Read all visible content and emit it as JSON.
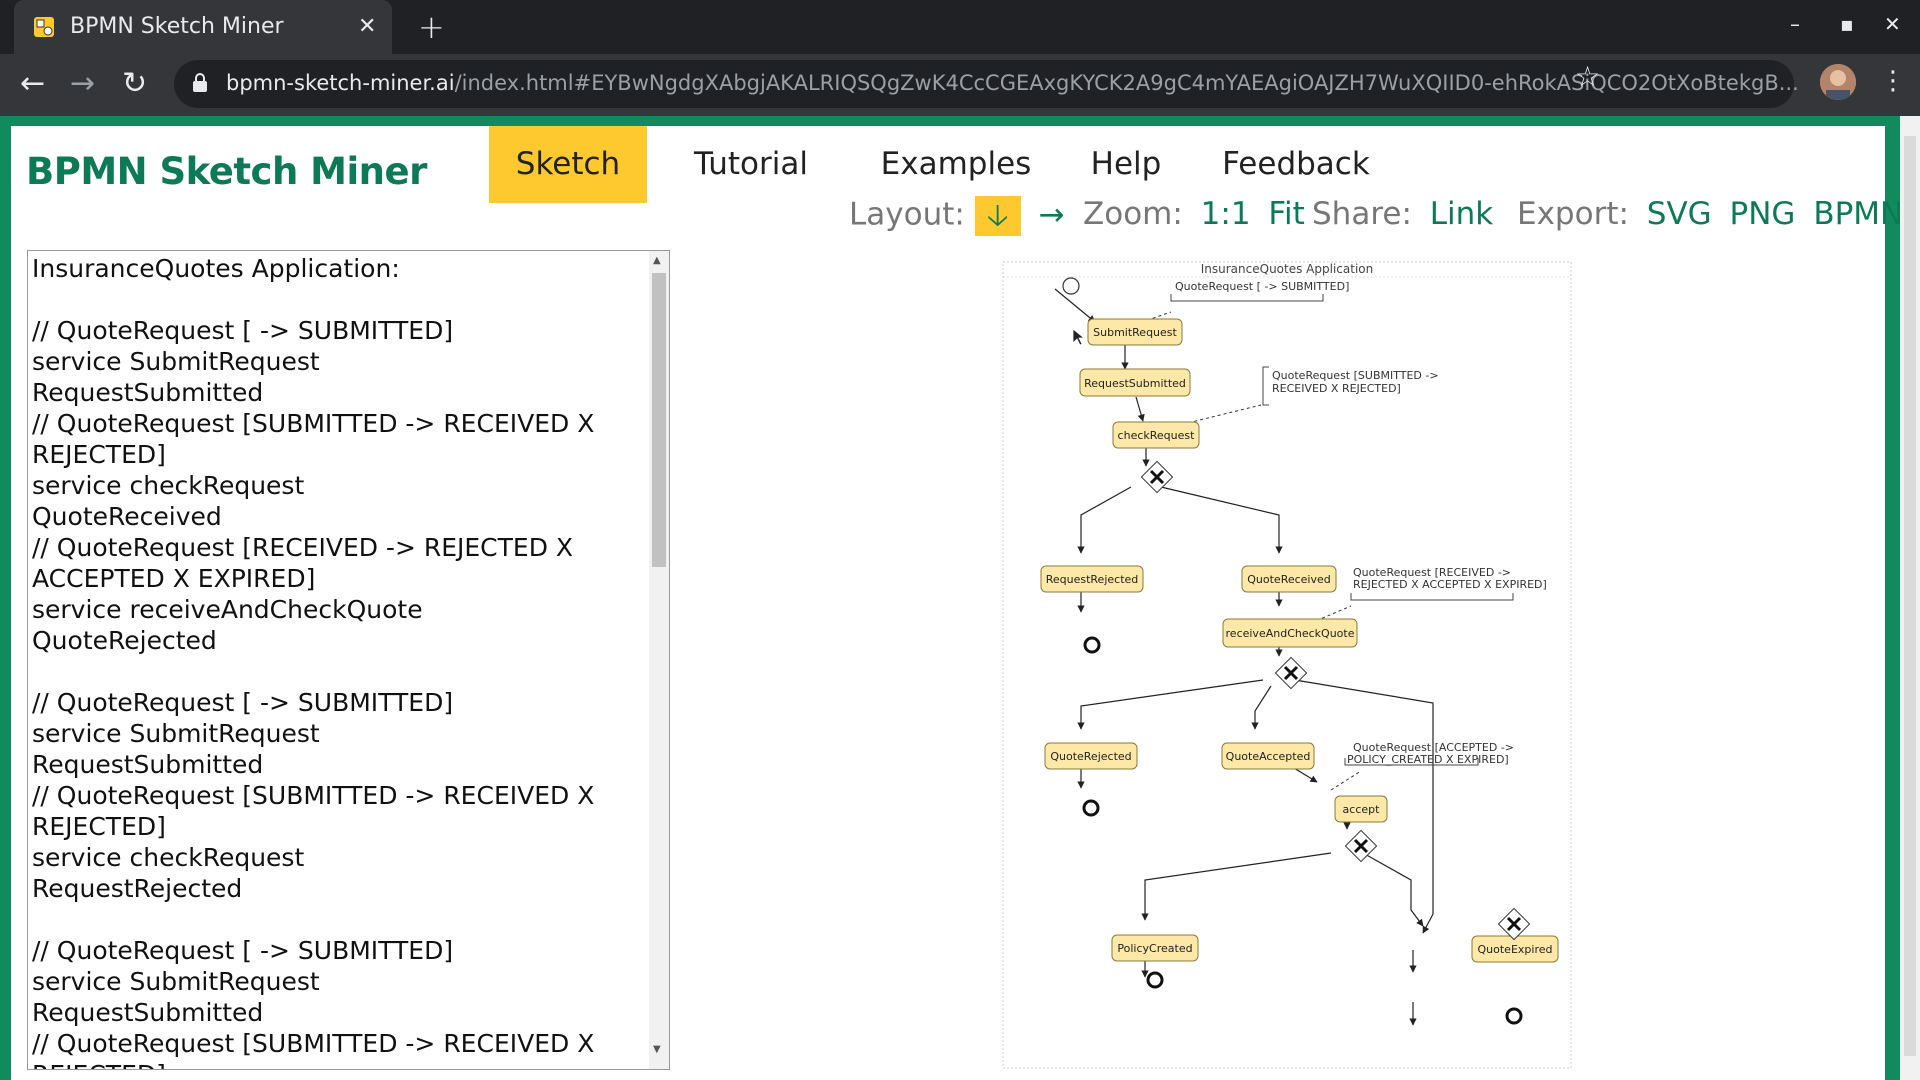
{
  "browser": {
    "tab_title": "BPMN Sketch Miner",
    "url_host": "bpmn-sketch-miner.ai",
    "url_rest": "/index.html#EYBwNgdgXAbgjAKALRIQSQgZwK4CcCGEAxgKYCK2A9gC4mYAEAgiOAJZH7WuXQIID0-ehRokASiQCO2OtXoBtekgB..."
  },
  "app": {
    "brand": "BPMN Sketch Miner",
    "nav": [
      "Sketch",
      "Tutorial",
      "Examples",
      "Help",
      "Feedback"
    ],
    "active_nav": "Sketch",
    "layout_label": "Layout:",
    "zoom_label": "Zoom:",
    "zoom_1to1": "1:1",
    "zoom_fit": "Fit",
    "share_label": "Share:",
    "share_link": "Link",
    "export_label": "Export:",
    "export_svg": "SVG",
    "export_png": "PNG",
    "export_bpmn": "BPMN",
    "accent_green": "#0c7b55",
    "accent_yellow": "#fec92e"
  },
  "editor": {
    "text": "InsuranceQuotes Application:\n\n// QuoteRequest [ -> SUBMITTED]\nservice SubmitRequest\nRequestSubmitted\n// QuoteRequest [SUBMITTED -> RECEIVED X REJECTED]\nservice checkRequest\nQuoteReceived\n// QuoteRequest [RECEIVED -> REJECTED X ACCEPTED X EXPIRED]\nservice receiveAndCheckQuote\nQuoteRejected\n\n// QuoteRequest [ -> SUBMITTED]\nservice SubmitRequest\nRequestSubmitted\n// QuoteRequest [SUBMITTED -> RECEIVED X REJECTED]\nservice checkRequest\nRequestRejected\n\n// QuoteRequest [ -> SUBMITTED]\nservice SubmitRequest\nRequestSubmitted\n// QuoteRequest [SUBMITTED -> RECEIVED X REJECTED]\nservice checkRequest"
  },
  "diagram": {
    "pool_title": "InsuranceQuotes Application",
    "tasks": {
      "submit": "SubmitRequest",
      "req_submitted": "RequestSubmitted",
      "check": "checkRequest",
      "req_rejected": "RequestRejected",
      "quote_received": "QuoteReceived",
      "receive_check": "receiveAndCheckQuote",
      "quote_rejected": "QuoteRejected",
      "quote_accepted": "QuoteAccepted",
      "accept": "accept",
      "policy_created": "PolicyCreated",
      "quote_expired": "QuoteExpired"
    },
    "annotations": {
      "a1": "QuoteRequest [ -> SUBMITTED]",
      "a2_l1": "QuoteRequest [SUBMITTED ->",
      "a2_l2": "RECEIVED X REJECTED]",
      "a3_l1": "QuoteRequest [RECEIVED ->",
      "a3_l2": "REJECTED X ACCEPTED X EXPIRED]",
      "a4_l1": "QuoteRequest [ACCEPTED ->",
      "a4_l2": "POLICY_CREATED X EXPIRED]"
    }
  }
}
